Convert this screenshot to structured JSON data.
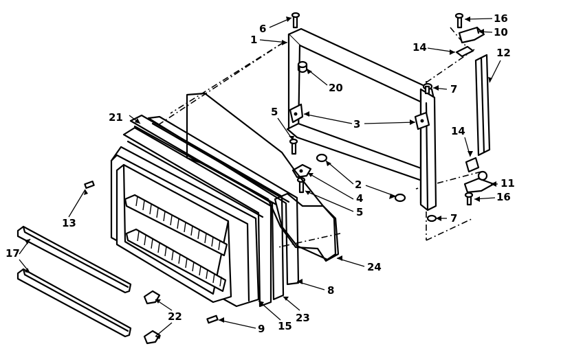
{
  "callouts": [
    "1",
    "2",
    "3",
    "4",
    "5",
    "5",
    "6",
    "7",
    "7",
    "8",
    "9",
    "10",
    "11",
    "12",
    "13",
    "14",
    "14",
    "15",
    "16",
    "16",
    "17",
    "20",
    "21",
    "22",
    "23",
    "24"
  ]
}
